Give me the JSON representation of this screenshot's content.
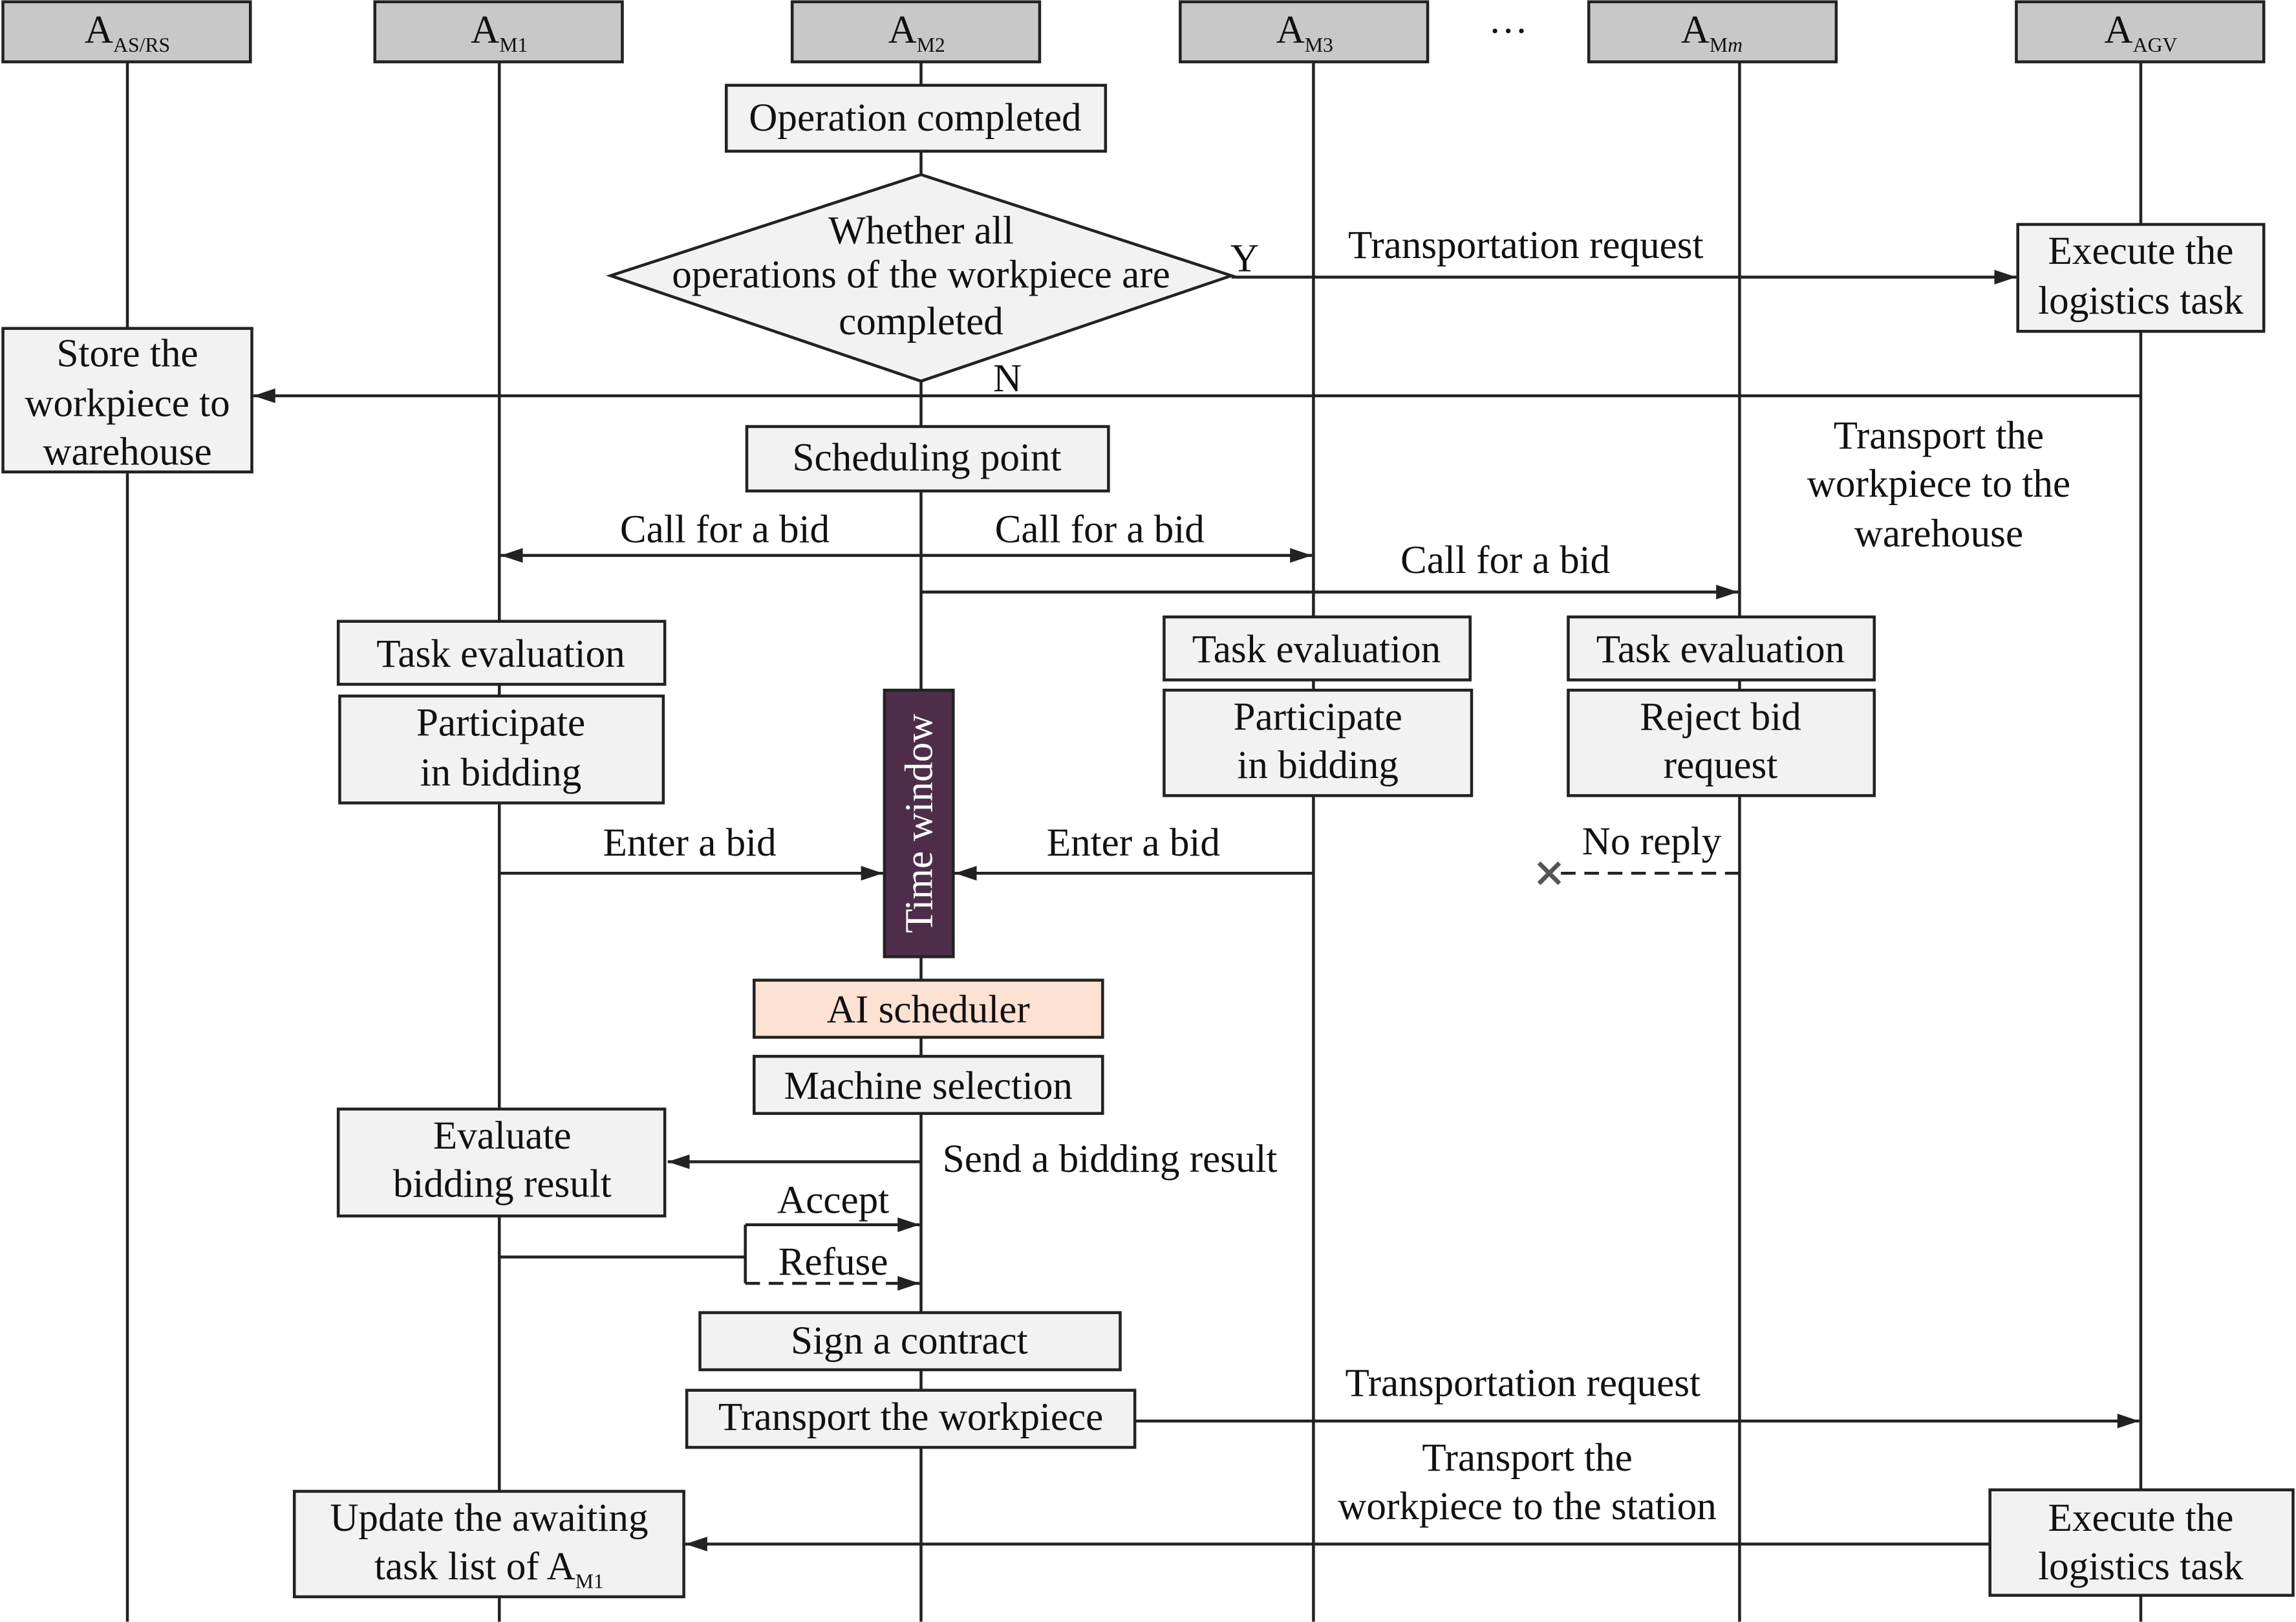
{
  "lifelines": {
    "asrs": {
      "main": "A",
      "sub": "AS/RS"
    },
    "m1": {
      "main": "A",
      "sub": "M1"
    },
    "m2": {
      "main": "A",
      "sub": "M2"
    },
    "m3": {
      "main": "A",
      "sub": "M3"
    },
    "ellipsis": "…",
    "mm": {
      "main": "A",
      "sub": "M",
      "sub_italic": "m"
    },
    "agv": {
      "main": "A",
      "sub": "AGV"
    }
  },
  "m2": {
    "operation_completed": "Operation completed",
    "decision": [
      "Whether all",
      "operations of the workpiece are",
      "completed"
    ],
    "yes_label": "Y",
    "no_label": "N",
    "scheduling_point": "Scheduling point",
    "time_window": "Time window",
    "ai_scheduler": "AI scheduler",
    "machine_selection": "Machine selection",
    "sign_contract": "Sign a contract",
    "transport_workpiece": "Transport the workpiece"
  },
  "asrs": {
    "store": [
      "Store the",
      "workpiece to",
      "warehouse"
    ]
  },
  "m1": {
    "task_evaluation": "Task evaluation",
    "participate": [
      "Participate",
      "in bidding"
    ],
    "evaluate_result": [
      "Evaluate",
      "bidding result"
    ],
    "update_list": {
      "line1": "Update the awaiting",
      "line2_main": "task list of A",
      "line2_sub": "M1"
    }
  },
  "m3": {
    "task_evaluation": "Task evaluation",
    "participate": [
      "Participate",
      "in bidding"
    ]
  },
  "mm": {
    "task_evaluation": "Task evaluation",
    "reject": [
      "Reject bid",
      "request"
    ]
  },
  "agv": {
    "execute_top": [
      "Execute the",
      "logistics task"
    ],
    "execute_bottom": [
      "Execute the",
      "logistics task"
    ]
  },
  "messages": {
    "transport_request_1": "Transportation request",
    "transport_to_warehouse": [
      "Transport the",
      "workpiece to the",
      "warehouse"
    ],
    "call_bid_m1": "Call for a bid",
    "call_bid_m3": "Call for a bid",
    "call_bid_mm": "Call for a bid",
    "enter_bid_m1": "Enter a bid",
    "enter_bid_m3": "Enter a bid",
    "no_reply": "No reply",
    "send_result": "Send a bidding result",
    "accept": "Accept",
    "refuse": "Refuse",
    "transport_request_2": "Transportation request",
    "transport_to_station": [
      "Transport the",
      "workpiece to the station"
    ]
  },
  "colors": {
    "header_fill": "#c8c8c8",
    "box_fill": "#f2f2f2",
    "time_window_fill": "#4e2d4a",
    "time_window_text": "#ffffff",
    "ai_scheduler_fill": "#fde1d3",
    "line": "#222222"
  }
}
